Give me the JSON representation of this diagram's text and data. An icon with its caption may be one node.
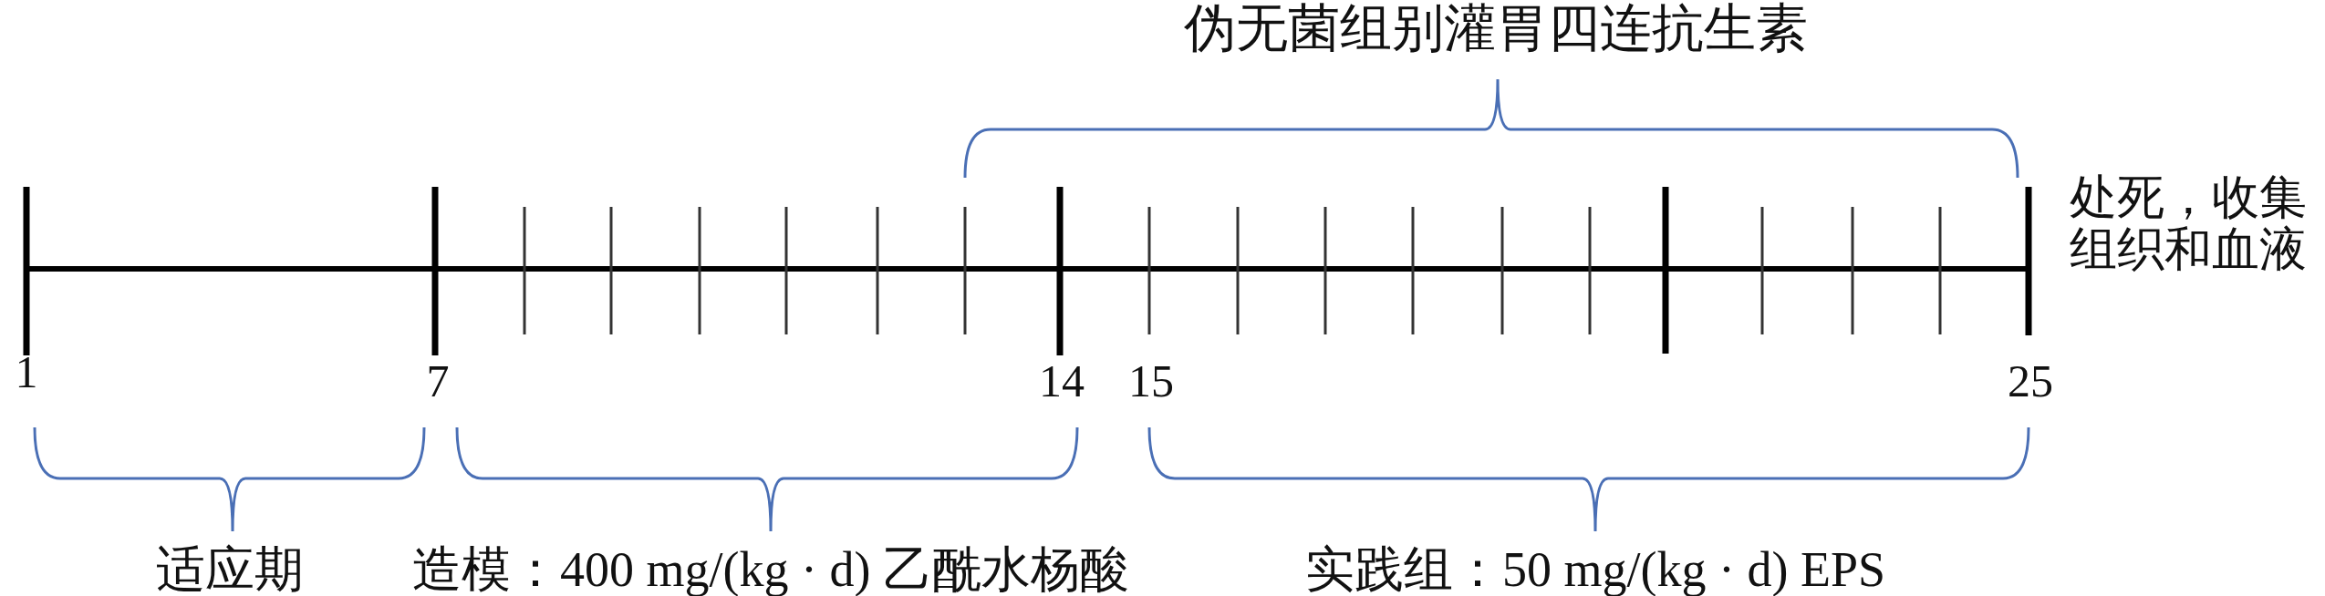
{
  "diagram": {
    "labels": [
      "伪无菌组别灌胃四连抗生素",
      "处死，收集组织和血液",
      "1",
      "7",
      "14",
      "15",
      "25",
      "适应期",
      "造模：400 mg/(kg · d) 乙酰水杨酸",
      "实践组：50 mg/(kg · d) EPS"
    ]
  }
}
